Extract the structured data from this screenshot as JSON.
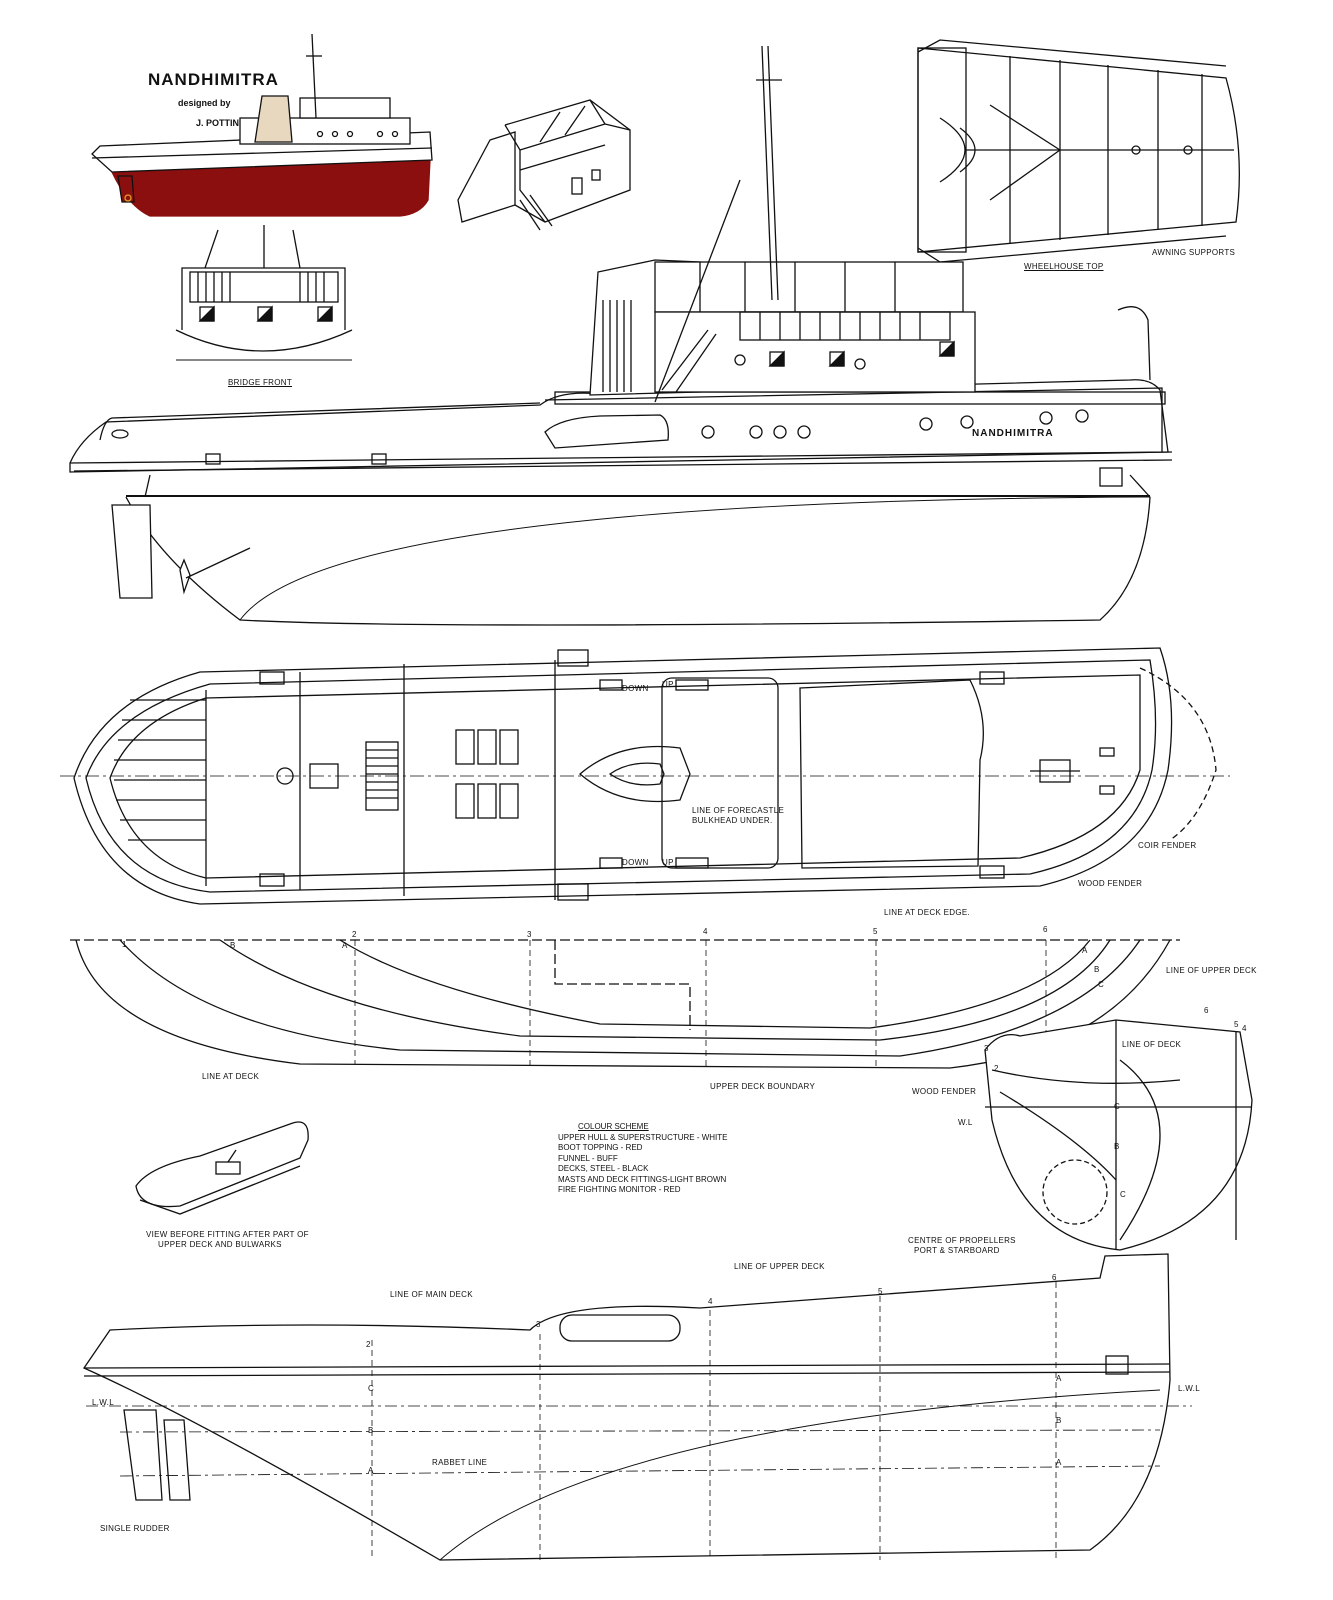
{
  "title": "NANDHIMITRA",
  "designed_by": "designed   by",
  "designer": "J. POTTIN",
  "hull_name": "NANDHIMITRA",
  "colors": {
    "hull_red": "#8b0f0f",
    "funnel_buff": "#e8d8c0",
    "line": "#111111",
    "paper": "#ffffff"
  },
  "labels": {
    "bridge_front": "BRIDGE  FRONT",
    "wheelhouse_top": "WHEELHOUSE  TOP",
    "awning_supports": "AWNING SUPPORTS",
    "down1": "DOWN",
    "up1": "UP",
    "down2": "DOWN",
    "up2": "UP",
    "forecastle_line1": "LINE OF FORECASTLE",
    "forecastle_line2": "BULKHEAD UNDER.",
    "coir_fender": "COIR FENDER",
    "wood_fender": "WOOD  FENDER",
    "line_deck_edge": "LINE AT DECK EDGE.",
    "line_of_upper_deck_right": "LINE OF UPPER DECK",
    "line_of_deck": "LINE OF DECK",
    "line_at_deck": "LINE  AT  DECK",
    "upper_deck_boundary": "UPPER DECK BOUNDARY",
    "wood_fender_section": "WOOD FENDER",
    "wl": "W.L",
    "view_before_1": "VIEW BEFORE FITTING AFTER PART OF",
    "view_before_2": "UPPER DECK AND BULWARKS",
    "centre_props_1": "CENTRE OF PROPELLERS",
    "centre_props_2": "PORT & STARBOARD",
    "line_upper_deck_bottom": "LINE OF UPPER DECK",
    "line_main_deck": "LINE OF MAIN DECK",
    "rabbet_line": "RABBET  LINE",
    "single_rudder": "SINGLE RUDDER",
    "lwl_left": "L.W.L",
    "lwl_right": "L.W.L"
  },
  "colour_scheme": {
    "heading": "COLOUR  SCHEME",
    "lines": [
      "UPPER HULL & SUPERSTRUCTURE - WHITE",
      "BOOT TOPPING - RED",
      "FUNNEL - BUFF",
      "DECKS, STEEL - BLACK",
      "MASTS AND DECK FITTINGS-LIGHT BROWN",
      "FIRE FIGHTING MONITOR - RED"
    ]
  },
  "stations": {
    "s1": "1",
    "s2": "2",
    "s3": "3",
    "s4": "4",
    "s5": "5",
    "s6": "6",
    "a": "A",
    "b": "B",
    "c": "C",
    "c1": "C",
    "b1": "B",
    "a1": "A",
    "a2": "A",
    "b2": "B",
    "c2": "C",
    "c3": "C",
    "b3": "B",
    "a3": "A",
    "b2s": "2",
    "b3s": "3",
    "b4s": "4",
    "b5s": "5",
    "b6s": "6",
    "sec3": "3",
    "sec2": "2",
    "sec6": "6",
    "sec5": "5",
    "sec4": "4"
  }
}
